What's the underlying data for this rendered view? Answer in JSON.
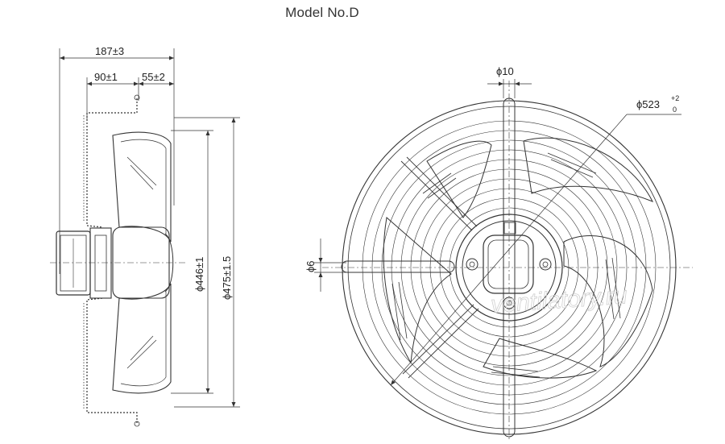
{
  "title": "Model No.D",
  "dimensions": {
    "overall_depth": "187±3",
    "guard_depth": "90±1",
    "motor_offset": "55±2",
    "blade_diameter": "ϕ446±1",
    "guard_ring_diameter": "ϕ475±1.5",
    "hole_diameter": "ϕ10",
    "outer_diameter": "ϕ523",
    "outer_tol_upper": "+2",
    "outer_tol_lower": "0",
    "mount_hole": "ϕ6"
  },
  "watermark": "ventilatory.ru"
}
